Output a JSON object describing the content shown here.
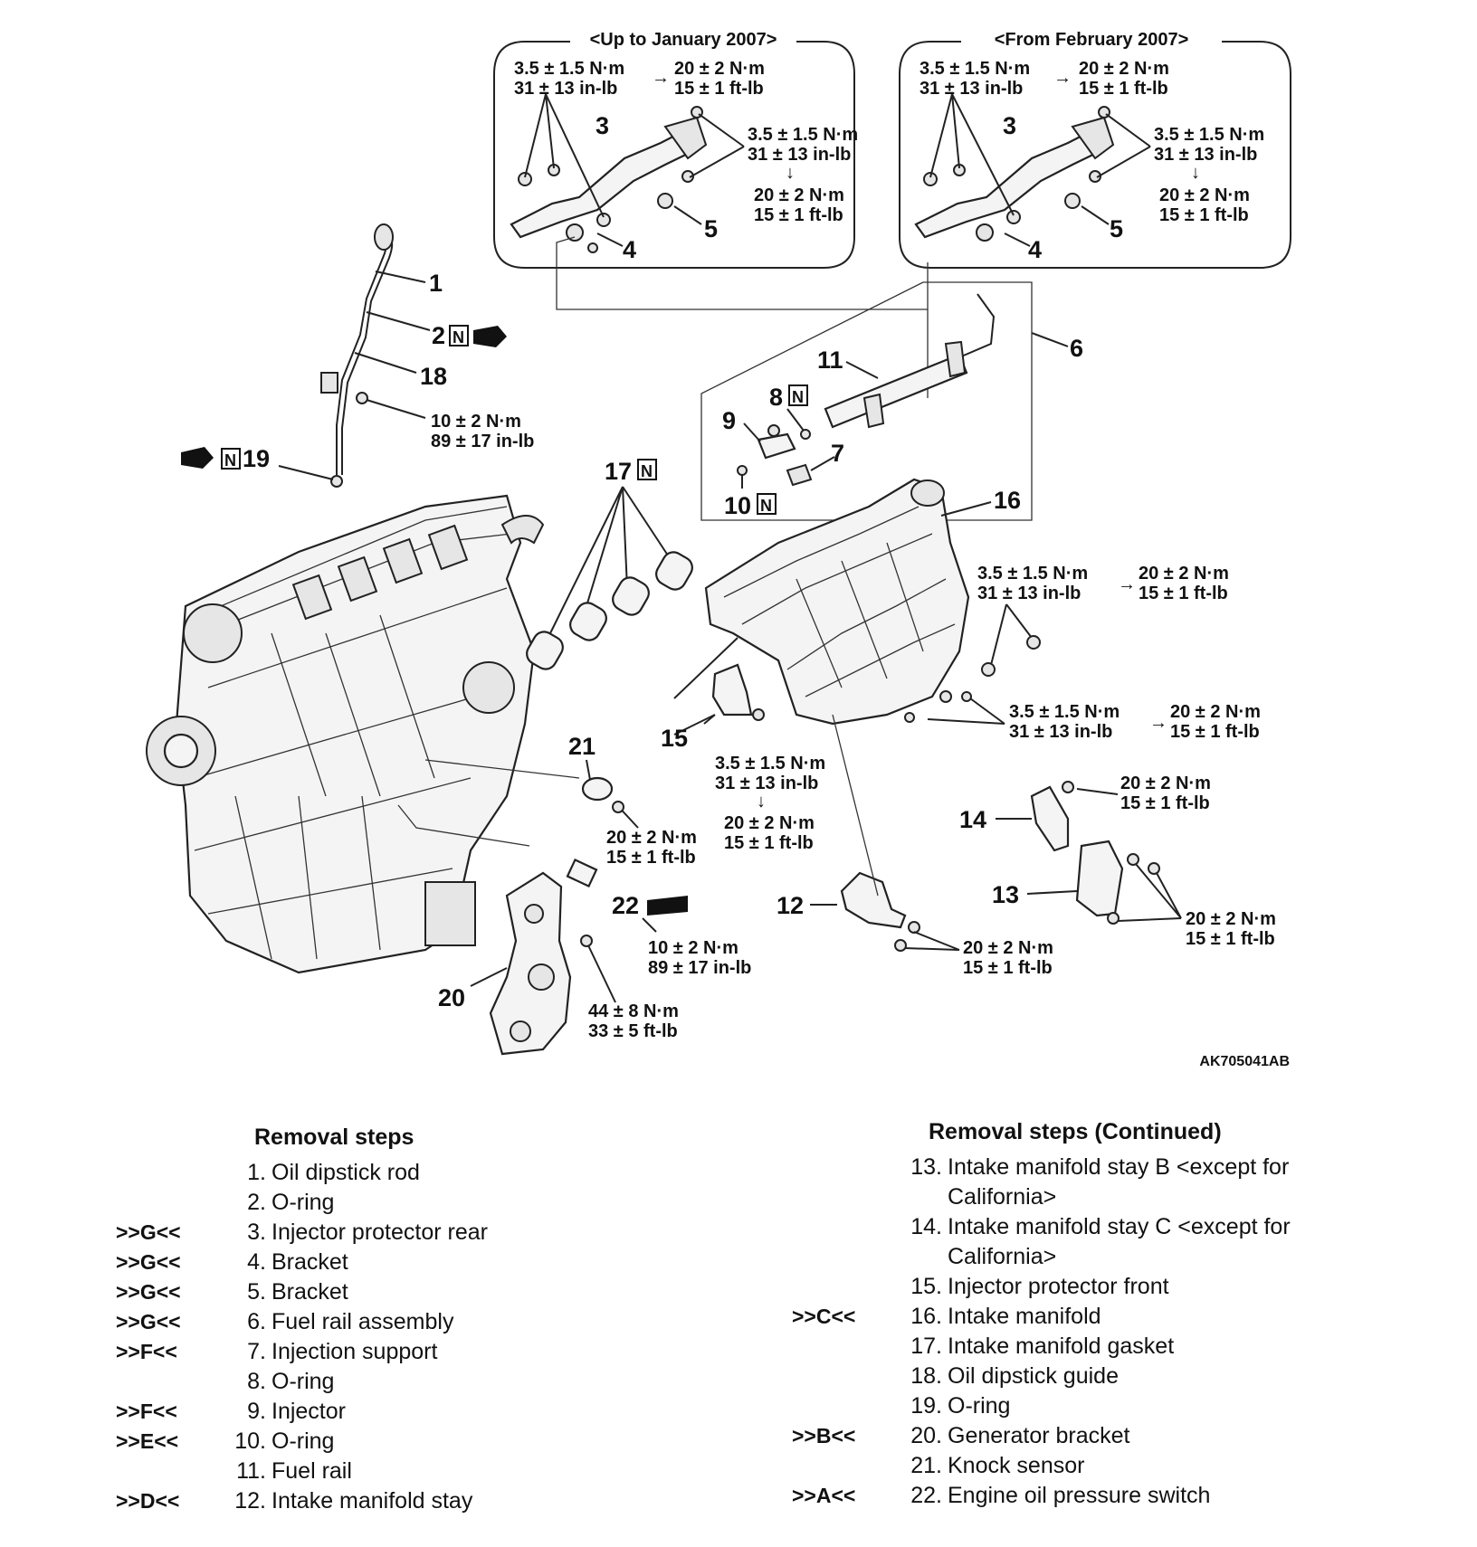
{
  "diagram": {
    "ref_code": "AK705041AB",
    "box_left_title": "<Up to January 2007>",
    "box_right_title": "<From February 2007>",
    "torques": {
      "t35_nm": "3.5 ± 1.5 N·m",
      "t35_in": "31 ± 13 in-lb",
      "t20_nm": "20 ± 2 N·m",
      "t20_ft": "15 ± 1 ft-lb",
      "t10_nm": "10 ± 2 N·m",
      "t10_in": "89 ± 17 in-lb",
      "t44_nm": "44 ± 8 N·m",
      "t44_ft": "33 ± 5 ft-lb"
    },
    "callouts": {
      "c1": "1",
      "c2": "2",
      "c3": "3",
      "c4": "4",
      "c5": "5",
      "c6": "6",
      "c7": "7",
      "c8": "8",
      "c9": "9",
      "c10": "10",
      "c11": "11",
      "c12": "12",
      "c13": "13",
      "c14": "14",
      "c15": "15",
      "c16": "16",
      "c17": "17",
      "c18": "18",
      "c19": "19",
      "c20": "20",
      "c21": "21",
      "c22": "22",
      "n_mark": "N"
    }
  },
  "legend": {
    "left_title": "Removal steps",
    "right_title": "Removal steps (Continued)",
    "left_items": [
      {
        "code": "",
        "num": "1.",
        "name": "Oil dipstick rod"
      },
      {
        "code": "",
        "num": "2.",
        "name": "O-ring"
      },
      {
        "code": ">>G<<",
        "num": "3.",
        "name": "Injector protector rear"
      },
      {
        "code": ">>G<<",
        "num": "4.",
        "name": "Bracket"
      },
      {
        "code": ">>G<<",
        "num": "5.",
        "name": "Bracket"
      },
      {
        "code": ">>G<<",
        "num": "6.",
        "name": "Fuel rail assembly"
      },
      {
        "code": ">>F<<",
        "num": "7.",
        "name": "Injection support"
      },
      {
        "code": "",
        "num": "8.",
        "name": "O-ring"
      },
      {
        "code": ">>F<<",
        "num": "9.",
        "name": "Injector"
      },
      {
        "code": ">>E<<",
        "num": "10.",
        "name": "O-ring"
      },
      {
        "code": "",
        "num": "11.",
        "name": "Fuel rail"
      },
      {
        "code": ">>D<<",
        "num": "12.",
        "name": "Intake manifold stay"
      }
    ],
    "right_items": [
      {
        "code": "",
        "num": "13.",
        "name": "Intake manifold stay B <except for"
      },
      {
        "code": "",
        "num": "",
        "name": "California>"
      },
      {
        "code": "",
        "num": "14.",
        "name": "Intake manifold stay C <except for"
      },
      {
        "code": "",
        "num": "",
        "name": "California>"
      },
      {
        "code": "",
        "num": "15.",
        "name": "Injector protector front"
      },
      {
        "code": ">>C<<",
        "num": "16.",
        "name": "Intake manifold"
      },
      {
        "code": "",
        "num": "17.",
        "name": "Intake manifold gasket"
      },
      {
        "code": "",
        "num": "18.",
        "name": "Oil dipstick guide"
      },
      {
        "code": "",
        "num": "19.",
        "name": "O-ring"
      },
      {
        "code": ">>B<<",
        "num": "20.",
        "name": "Generator bracket"
      },
      {
        "code": "",
        "num": "21.",
        "name": "Knock sensor"
      },
      {
        "code": ">>A<<",
        "num": "22.",
        "name": "Engine oil pressure switch"
      }
    ]
  }
}
